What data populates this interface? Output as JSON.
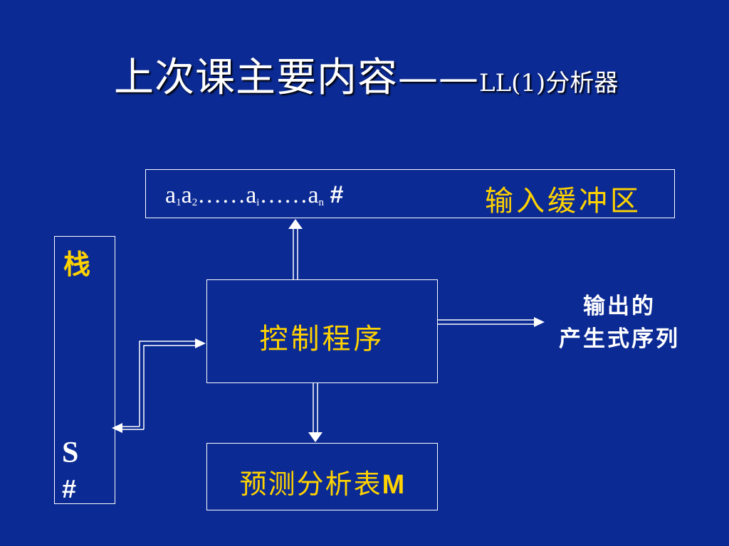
{
  "title": {
    "main": "上次课主要内容——",
    "sub": "LL(1)分析器"
  },
  "input_buffer": {
    "symbols": [
      "a",
      "1",
      "a",
      "2",
      "……",
      "a",
      "i",
      "……",
      "a",
      "n",
      "#"
    ],
    "label": "输入缓冲区"
  },
  "stack": {
    "label": "栈",
    "top_symbol": "S",
    "bottom_symbol": "#"
  },
  "control": {
    "label": "控制程序"
  },
  "prediction_table": {
    "label": "预测分析表",
    "suffix": "M"
  },
  "output": {
    "line1": "输出的",
    "line2": "产生式序列"
  },
  "colors": {
    "background": "#0b2a93",
    "highlight": "#ffd200",
    "text": "#ffffff"
  }
}
